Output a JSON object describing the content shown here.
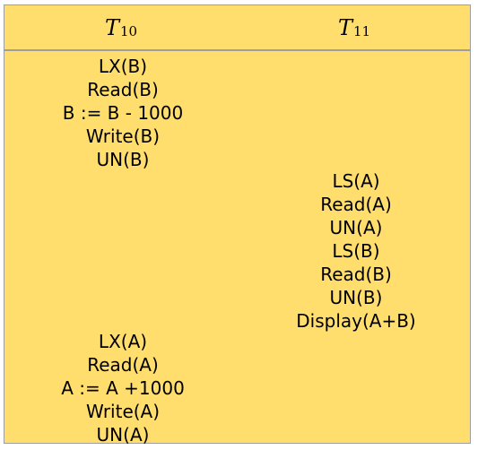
{
  "headers": {
    "t10": {
      "name": "T",
      "sub": "10"
    },
    "t11": {
      "name": "T",
      "sub": "11"
    }
  },
  "blocks": {
    "t10_first": [
      "LX(B)",
      "Read(B)",
      "B := B - 1000",
      "Write(B)",
      "UN(B)"
    ],
    "t11_middle": [
      "LS(A)",
      "Read(A)",
      "UN(A)",
      "LS(B)",
      "Read(B)",
      "UN(B)",
      "Display(A+B)"
    ],
    "t10_last": [
      "LX(A)",
      "Read(A)",
      "A := A +1000",
      "Write(A)",
      "UN(A)"
    ]
  },
  "colors": {
    "background": "#ffde6e",
    "border": "#9e9e9e"
  }
}
